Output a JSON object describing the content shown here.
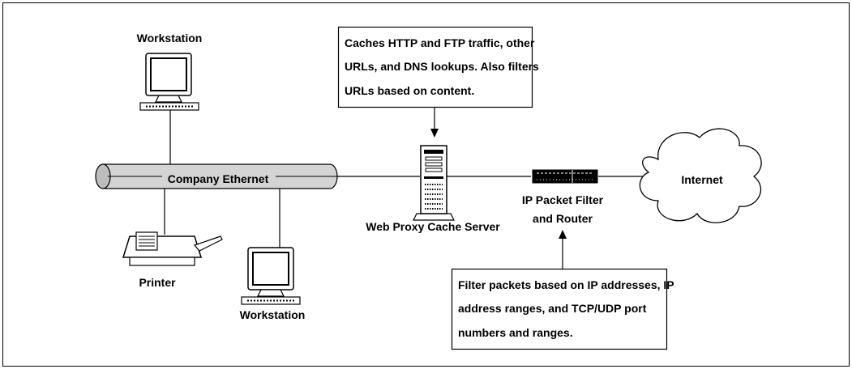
{
  "labels": {
    "workstation_top": "Workstation",
    "company_ethernet": "Company Ethernet",
    "printer": "Printer",
    "workstation_bottom": "Workstation",
    "proxy_server": "Web Proxy Cache Server",
    "packet_filter_line1": "IP Packet Filter",
    "packet_filter_line2": "and Router",
    "internet": "Internet"
  },
  "callouts": {
    "proxy_note": [
      "Caches HTTP and FTP traffic, other",
      "URLs, and DNS lookups. Also filters",
      "URLs based on content."
    ],
    "filter_note": [
      "Filter packets based on IP addresses, IP",
      "address ranges, and TCP/UDP port",
      "numbers and ranges."
    ]
  },
  "colors": {
    "line": "#000000",
    "ethernet_fill": "#d4d4d4",
    "background": "#ffffff"
  }
}
